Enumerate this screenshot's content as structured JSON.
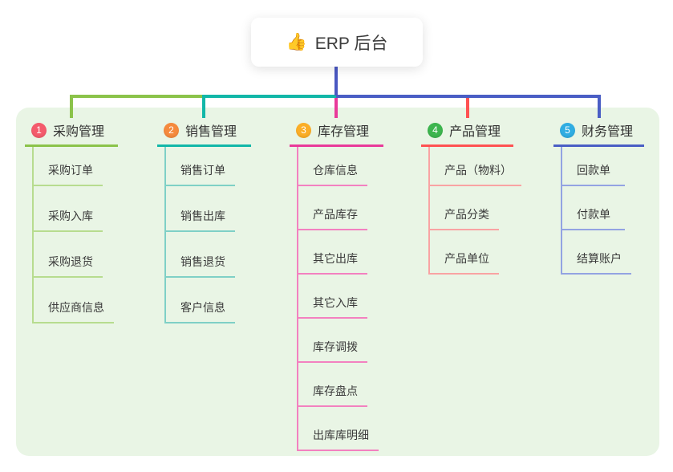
{
  "root": {
    "icon_glyph": "👍",
    "title": "ERP 后台"
  },
  "connector": {
    "root_color": "#4a58c2"
  },
  "panel": {
    "background": "#e9f5e5"
  },
  "branches": [
    {
      "index": "1",
      "label": "采购管理",
      "color": "#8bc34a",
      "light_color": "#b7dc8f",
      "badge_color": "#f45b6c",
      "children": [
        "采购订单",
        "采购入库",
        "采购退货",
        "供应商信息"
      ]
    },
    {
      "index": "2",
      "label": "销售管理",
      "color": "#12b7a8",
      "light_color": "#7fd0c6",
      "badge_color": "#f58a3d",
      "children": [
        "销售订单",
        "销售出库",
        "销售退货",
        "客户信息"
      ]
    },
    {
      "index": "3",
      "label": "库存管理",
      "color": "#e93a9a",
      "light_color": "#f381c0",
      "badge_color": "#fbae27",
      "children": [
        "仓库信息",
        "产品库存",
        "其它出库",
        "其它入库",
        "库存调拨",
        "库存盘点",
        "出库库明细"
      ]
    },
    {
      "index": "4",
      "label": "产品管理",
      "color": "#ff5252",
      "light_color": "#f9a3a3",
      "badge_color": "#3db54e",
      "children": [
        "产品（物料）",
        "产品分类",
        "产品单位"
      ]
    },
    {
      "index": "5",
      "label": "财务管理",
      "color": "#4a5ec5",
      "light_color": "#93a3e2",
      "badge_color": "#30ade2",
      "children": [
        "回款单",
        "付款单",
        "结算账户"
      ]
    }
  ]
}
